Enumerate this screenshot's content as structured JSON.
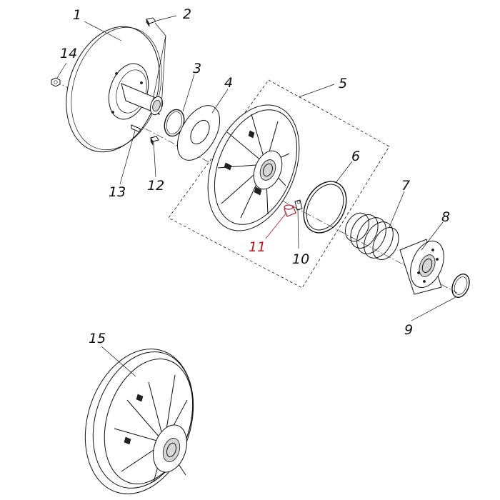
{
  "diagram": {
    "callouts": [
      {
        "id": "1",
        "label": "1"
      },
      {
        "id": "2",
        "label": "2"
      },
      {
        "id": "3",
        "label": "3"
      },
      {
        "id": "4",
        "label": "4"
      },
      {
        "id": "5",
        "label": "5"
      },
      {
        "id": "6",
        "label": "6"
      },
      {
        "id": "7",
        "label": "7"
      },
      {
        "id": "8",
        "label": "8"
      },
      {
        "id": "9",
        "label": "9"
      },
      {
        "id": "10",
        "label": "10"
      },
      {
        "id": "11",
        "label": "11",
        "highlight": true
      },
      {
        "id": "12",
        "label": "12"
      },
      {
        "id": "13",
        "label": "13"
      },
      {
        "id": "14",
        "label": "14"
      },
      {
        "id": "15",
        "label": "15"
      }
    ],
    "colors": {
      "line": "#111111",
      "highlight": "#c0141c",
      "background": "#ffffff"
    }
  }
}
